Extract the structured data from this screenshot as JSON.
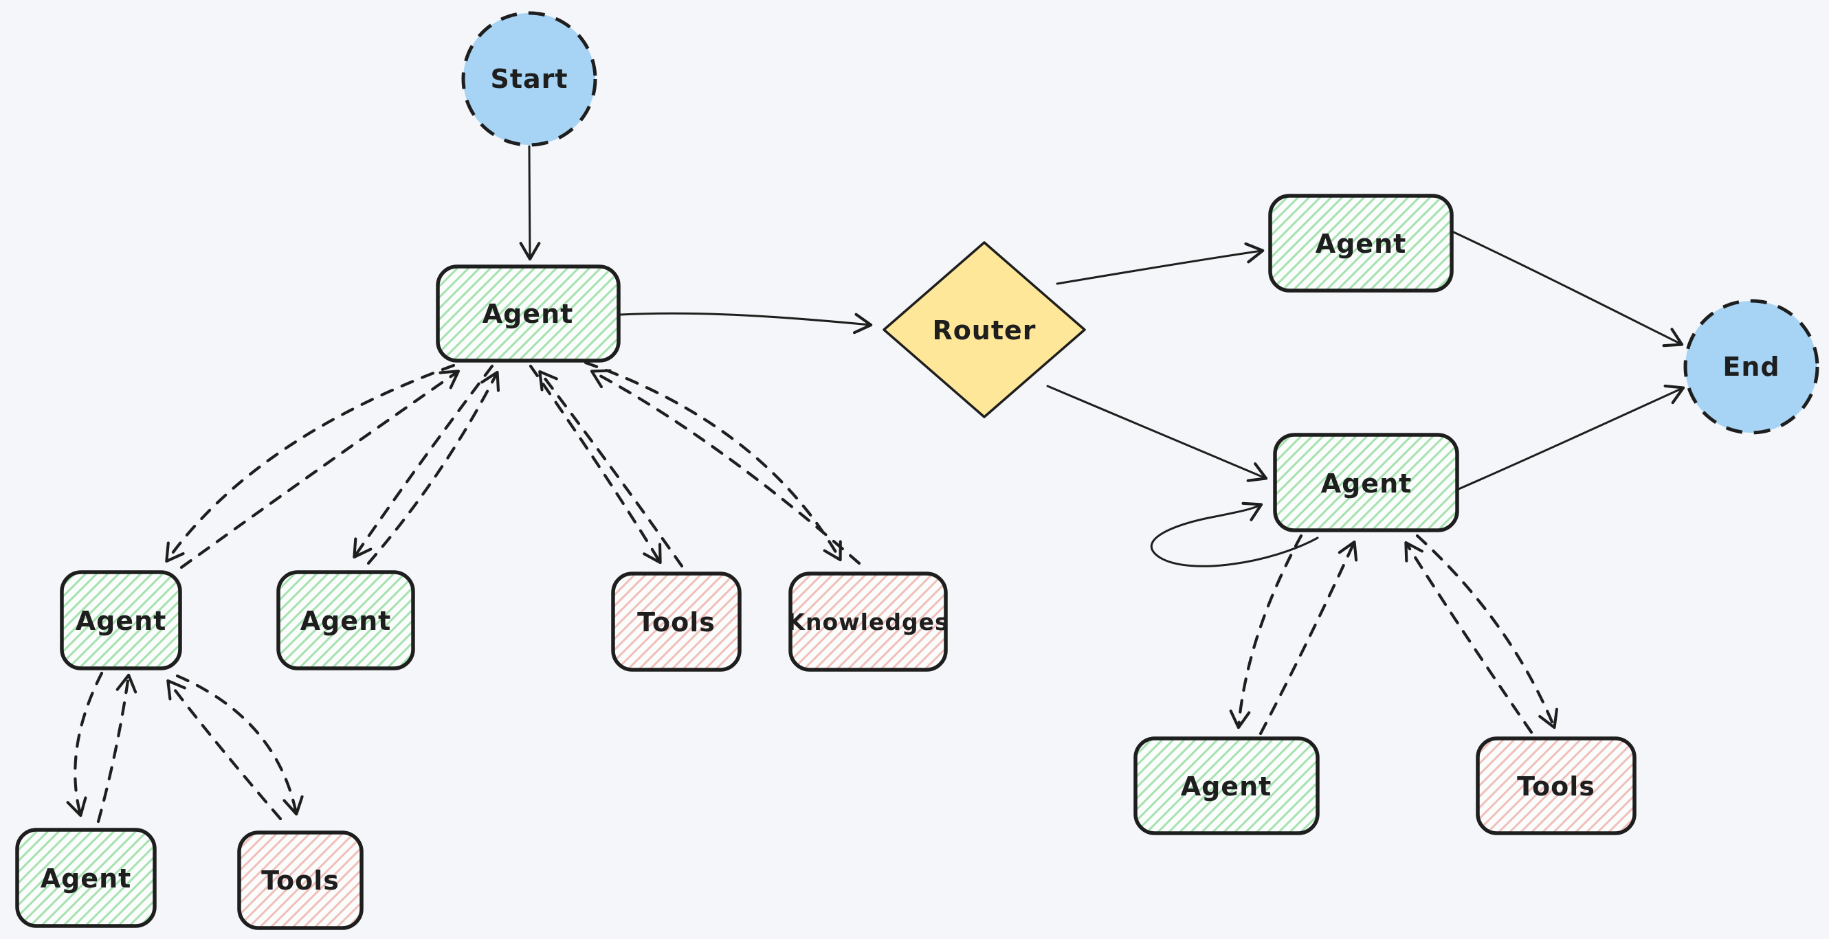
{
  "canvas": {
    "background": "#f4f6f9",
    "stroke_color": "#1e1e1e"
  },
  "palette": {
    "blue_fill": "#a7d4f4",
    "yellow_fill": "#ffe79a",
    "green_hatch": "#a5e2af",
    "red_hatch": "#f1bfba",
    "hatch_base": "#fbfcfc"
  },
  "diagram": {
    "nodes": [
      {
        "id": "start",
        "label": "Start",
        "shape": "circle",
        "fill": "blue"
      },
      {
        "id": "agent-main",
        "label": "Agent",
        "shape": "rounded-rect",
        "fill": "green-hatch"
      },
      {
        "id": "router",
        "label": "Router",
        "shape": "diamond",
        "fill": "yellow"
      },
      {
        "id": "agent-top-right",
        "label": "Agent",
        "shape": "rounded-rect",
        "fill": "green-hatch"
      },
      {
        "id": "end",
        "label": "End",
        "shape": "circle",
        "fill": "blue"
      },
      {
        "id": "agent-right",
        "label": "Agent",
        "shape": "rounded-rect",
        "fill": "green-hatch"
      },
      {
        "id": "agent-row-1",
        "label": "Agent",
        "shape": "rounded-rect",
        "fill": "green-hatch"
      },
      {
        "id": "agent-row-2",
        "label": "Agent",
        "shape": "rounded-rect",
        "fill": "green-hatch"
      },
      {
        "id": "tools-row",
        "label": "Tools",
        "shape": "rounded-rect",
        "fill": "red-hatch"
      },
      {
        "id": "knowledges",
        "label": "Knowledges",
        "shape": "rounded-rect",
        "fill": "red-hatch"
      },
      {
        "id": "agent-bottom-left",
        "label": "Agent",
        "shape": "rounded-rect",
        "fill": "green-hatch"
      },
      {
        "id": "tools-bottom-left",
        "label": "Tools",
        "shape": "rounded-rect",
        "fill": "red-hatch"
      },
      {
        "id": "agent-bottom-right",
        "label": "Agent",
        "shape": "rounded-rect",
        "fill": "green-hatch"
      },
      {
        "id": "tools-bottom-right",
        "label": "Tools",
        "shape": "rounded-rect",
        "fill": "red-hatch"
      }
    ],
    "edges": [
      {
        "from": "start",
        "to": "agent-main",
        "style": "solid"
      },
      {
        "from": "agent-main",
        "to": "router",
        "style": "solid"
      },
      {
        "from": "router",
        "to": "agent-top-right",
        "style": "solid"
      },
      {
        "from": "router",
        "to": "agent-right",
        "style": "solid"
      },
      {
        "from": "agent-top-right",
        "to": "end",
        "style": "solid"
      },
      {
        "from": "agent-right",
        "to": "end",
        "style": "solid"
      },
      {
        "from": "agent-right",
        "to": "agent-right",
        "style": "solid-self-loop"
      },
      {
        "from": "agent-main",
        "to": "agent-row-1",
        "style": "dashed-bidirectional"
      },
      {
        "from": "agent-main",
        "to": "agent-row-2",
        "style": "dashed-bidirectional"
      },
      {
        "from": "agent-main",
        "to": "tools-row",
        "style": "dashed-bidirectional"
      },
      {
        "from": "agent-main",
        "to": "knowledges",
        "style": "dashed-bidirectional"
      },
      {
        "from": "agent-row-1",
        "to": "agent-bottom-left",
        "style": "dashed-bidirectional"
      },
      {
        "from": "agent-row-1",
        "to": "tools-bottom-left",
        "style": "dashed-bidirectional"
      },
      {
        "from": "agent-right",
        "to": "agent-bottom-right",
        "style": "dashed-bidirectional"
      },
      {
        "from": "agent-right",
        "to": "tools-bottom-right",
        "style": "dashed-bidirectional"
      }
    ]
  }
}
